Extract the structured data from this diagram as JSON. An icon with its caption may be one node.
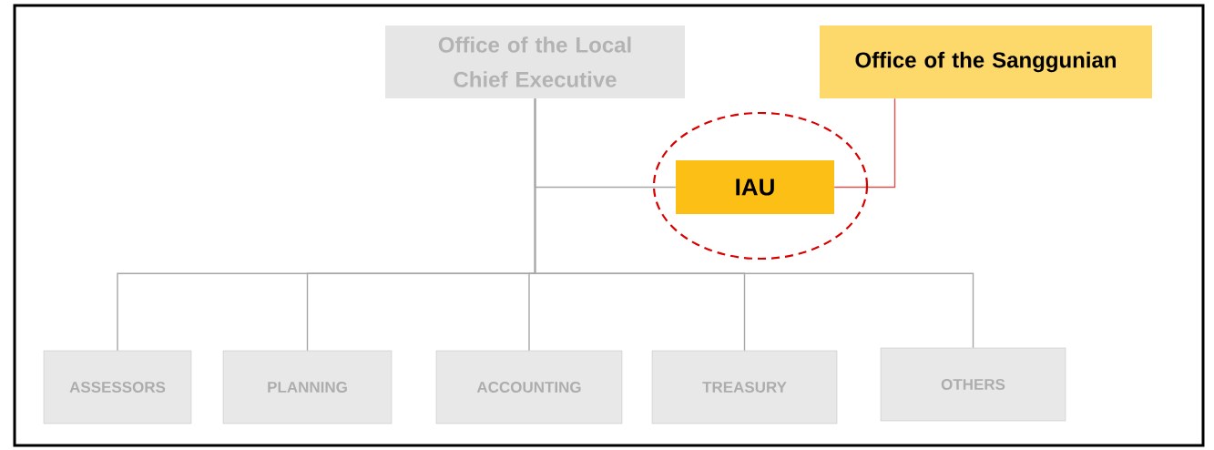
{
  "diagram": {
    "nodes": [
      {
        "text": [
          "Office of the Local Chief Executive"
        ]
      },
      {
        "text": [
          "Office of the Sanggunian"
        ]
      },
      {
        "text": [
          "IAU"
        ]
      },
      {
        "text": [
          "ASSESSORS"
        ]
      },
      {
        "text": [
          "PLANNING"
        ]
      },
      {
        "text": [
          "ACCOUNTING"
        ]
      },
      {
        "text": [
          "TREASURY"
        ]
      },
      {
        "text": [
          "OTHERS"
        ]
      }
    ],
    "edges": [
      {
        "from": 0,
        "to": 2,
        "arrow": "none"
      },
      {
        "from": 1,
        "to": 2,
        "arrow": "none",
        "color": "#d9534f"
      },
      {
        "from": 0,
        "to": 3,
        "arrow": "none"
      },
      {
        "from": 0,
        "to": 4,
        "arrow": "none"
      },
      {
        "from": 0,
        "to": 5,
        "arrow": "none"
      },
      {
        "from": 0,
        "to": 6,
        "arrow": "none"
      },
      {
        "from": 0,
        "to": 7,
        "arrow": "none"
      }
    ]
  }
}
